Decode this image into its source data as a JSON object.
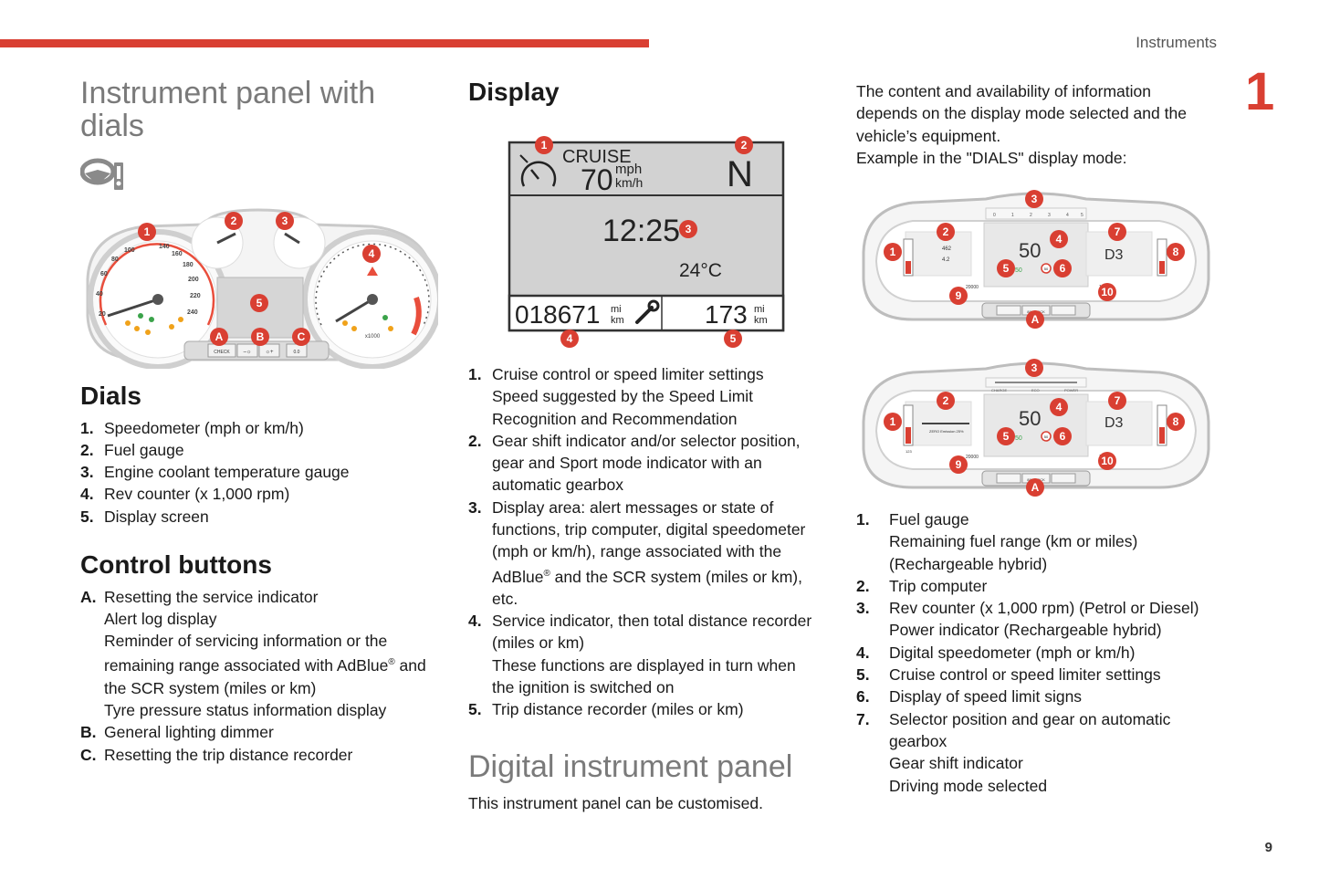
{
  "header": {
    "section": "Instruments",
    "chapter": "1",
    "page": "9"
  },
  "col1": {
    "title": "Instrument panel with dials",
    "title_line1": "Instrument panel with",
    "title_line2": "dials",
    "dials_heading": "Dials",
    "dials": [
      {
        "n": "1.",
        "text": "Speedometer (mph or km/h)"
      },
      {
        "n": "2.",
        "text": "Fuel gauge"
      },
      {
        "n": "3.",
        "text": "Engine coolant temperature gauge"
      },
      {
        "n": "4.",
        "text": "Rev counter (x 1,000 rpm)"
      },
      {
        "n": "5.",
        "text": "Display screen"
      }
    ],
    "controls_heading": "Control buttons",
    "controls": [
      {
        "n": "A.",
        "lines": [
          "Resetting the service indicator",
          "Alert log display",
          "Reminder of servicing information or the",
          "remaining range associated with AdBlue",
          "the SCR system (miles or km)",
          "Tyre pressure status information display"
        ]
      },
      {
        "n": "B.",
        "lines": [
          "General lighting dimmer"
        ]
      },
      {
        "n": "C.",
        "lines": [
          "Resetting the trip distance recorder"
        ]
      }
    ],
    "reg": "®",
    "and": " and",
    "dial_figure": {
      "badges": [
        "1",
        "2",
        "3",
        "4",
        "5",
        "A",
        "B",
        "C"
      ],
      "speed_ticks": [
        "20",
        "40",
        "60",
        "80",
        "100",
        "140",
        "160",
        "180",
        "200",
        "220",
        "240"
      ],
      "buttons": [
        "CHECK",
        "–☼",
        "☼+",
        "0.0"
      ],
      "rev_label": "x1000"
    }
  },
  "col2": {
    "display_heading": "Display",
    "screen": {
      "cruise": "CRUISE",
      "speed": "70",
      "unit_top": "mph",
      "unit_bottom": "km/h",
      "gear": "N",
      "time": "12:25",
      "temp": "24°C",
      "odo": "018671",
      "trip": "173",
      "dist_top": "mi",
      "dist_bottom": "km",
      "badges": [
        "1",
        "2",
        "3",
        "4",
        "5"
      ]
    },
    "items": [
      {
        "n": "1.",
        "lines": [
          "Cruise control or speed limiter settings",
          "Speed suggested by the Speed Limit",
          "Recognition and Recommendation"
        ]
      },
      {
        "n": "2.",
        "lines": [
          "Gear shift indicator and/or selector position,",
          "gear and Sport mode indicator with an",
          "automatic gearbox"
        ]
      },
      {
        "n": "3.",
        "lines": [
          "Display area: alert messages or state of",
          "functions, trip computer, digital speedometer",
          "(mph or km/h), range associated with the",
          "AdBlue",
          "etc."
        ]
      },
      {
        "n": "4.",
        "lines": [
          "Service indicator, then total distance recorder",
          "(miles or km)",
          "These functions are displayed in turn when",
          "the ignition is switched on"
        ]
      },
      {
        "n": "5.",
        "lines": [
          "Trip distance recorder (miles or km)"
        ]
      }
    ],
    "adblue_tail": " and the SCR system (miles or km),",
    "reg": "®",
    "digital_heading": "Digital instrument panel",
    "digital_text": "This instrument panel can be customised."
  },
  "col3": {
    "intro": [
      "The content and availability of information",
      "depends on the display mode selected and the",
      "vehicle’s equipment.",
      "Example in the \"DIALS\" display mode:"
    ],
    "panel": {
      "speed": "50",
      "small_speed": "50",
      "limit": "50",
      "gear": "D3",
      "odo": "20000",
      "trip": "123",
      "button": "88/CHECK",
      "scale": [
        "0",
        "1",
        "2",
        "3",
        "4",
        "5"
      ],
      "badges": [
        "1",
        "2",
        "3",
        "4",
        "5",
        "6",
        "7",
        "8",
        "9",
        "10",
        "A"
      ],
      "hybrid_labels": [
        "CHARGE",
        "ECO",
        "POWER"
      ],
      "hybrid_text": "ZERO Emission 25%",
      "fuel_low": "462",
      "fuel_val": "4.2"
    },
    "items": [
      {
        "n": "1.",
        "lines": [
          "Fuel gauge",
          "Remaining fuel range (km or miles)",
          "(Rechargeable hybrid)"
        ]
      },
      {
        "n": "2.",
        "lines": [
          "Trip computer"
        ]
      },
      {
        "n": "3.",
        "lines": [
          "Rev counter (x 1,000 rpm) (Petrol or Diesel)",
          "Power indicator (Rechargeable hybrid)"
        ]
      },
      {
        "n": "4.",
        "lines": [
          "Digital speedometer (mph or km/h)"
        ]
      },
      {
        "n": "5.",
        "lines": [
          "Cruise control or speed limiter settings"
        ]
      },
      {
        "n": "6.",
        "lines": [
          "Display of speed limit signs"
        ]
      },
      {
        "n": "7.",
        "lines": [
          "Selector position and gear on automatic",
          "gearbox",
          "Gear shift indicator",
          "Driving mode selected"
        ]
      }
    ]
  },
  "colors": {
    "accent": "#d93f32",
    "heading_grey": "#7a7a7a"
  },
  "icons": [
    "steering-wheel-icon",
    "wrench-icon",
    "speedometer-icon"
  ]
}
